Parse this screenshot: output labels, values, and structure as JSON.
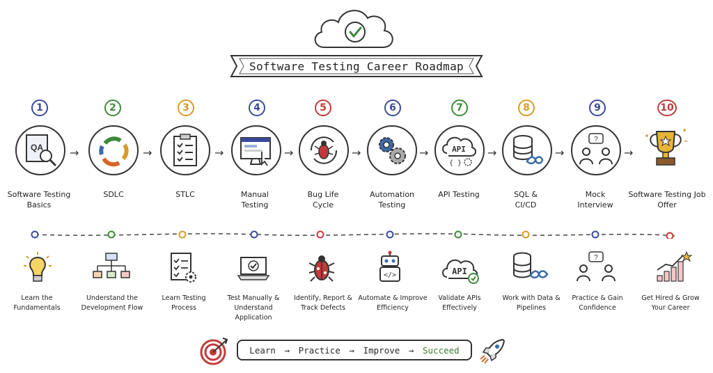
{
  "title": "Software Testing Career Roadmap",
  "steps": [
    {
      "number": "1",
      "label": "Software Testing Basics",
      "color": "#3a4a9a",
      "icon": "qa-magnifier-icon"
    },
    {
      "number": "2",
      "label": "SDLC",
      "color": "#3d8a3a",
      "icon": "cycle-arrows-icon"
    },
    {
      "number": "3",
      "label": "STLC",
      "color": "#d79a2a",
      "icon": "clipboard-checklist-icon"
    },
    {
      "number": "4",
      "label": "Manual Testing",
      "color": "#3a4a9a",
      "icon": "monitor-cursor-icon"
    },
    {
      "number": "5",
      "label": "Bug Life Cycle",
      "color": "#c23a3a",
      "icon": "bug-cycle-icon"
    },
    {
      "number": "6",
      "label": "Automation Testing",
      "color": "#3a4a9a",
      "icon": "gears-icon"
    },
    {
      "number": "7",
      "label": "API Testing",
      "color": "#3d8a3a",
      "icon": "api-cloud-icon"
    },
    {
      "number": "8",
      "label": "SQL & CI/CD",
      "color": "#d79a2a",
      "icon": "database-infinity-icon"
    },
    {
      "number": "9",
      "label": "Mock Interview",
      "color": "#3a4a9a",
      "icon": "interview-icon"
    },
    {
      "number": "10",
      "label": "Software Testing Job Offer",
      "color": "#c23a3a",
      "icon": "trophy-icon"
    }
  ],
  "benefits": [
    {
      "label": "Learn the Fundamentals",
      "icon": "lightbulb-icon"
    },
    {
      "label": "Understand the Development Flow",
      "icon": "org-chart-icon"
    },
    {
      "label": "Learn Testing Process",
      "icon": "checklist-gear-icon"
    },
    {
      "label": "Test Manually & Understand Application",
      "icon": "laptop-check-icon"
    },
    {
      "label": "Identify, Report & Track Defects",
      "icon": "bug-icon"
    },
    {
      "label": "Automate & Improve Efficiency",
      "icon": "robot-code-icon"
    },
    {
      "label": "Validate APIs Effectively",
      "icon": "api-check-icon"
    },
    {
      "label": "Work with Data & Pipelines",
      "icon": "database-pipeline-icon"
    },
    {
      "label": "Practice & Gain Confidence",
      "icon": "discussion-icon"
    },
    {
      "label": "Get Hired & Grow Your Career",
      "icon": "growth-chart-icon"
    }
  ],
  "flow": {
    "learn": "Learn",
    "practice": "Practice",
    "improve": "Improve",
    "succeed": "Succeed",
    "arrow": "→"
  }
}
